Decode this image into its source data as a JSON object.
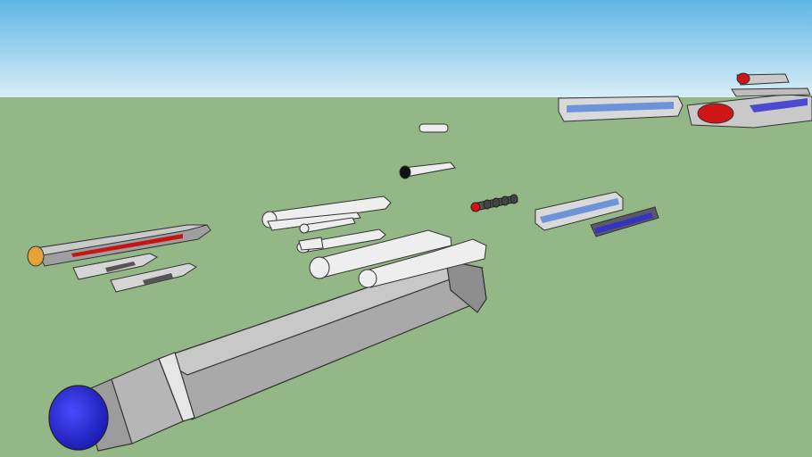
{
  "scene": {
    "kind": "3D model viewport",
    "colors": {
      "sky_top": "#5fb6e6",
      "sky_bottom": "#d8eef8",
      "ground": "#93b786",
      "hull_gray": "#a9a9a9",
      "white_part": "#eeeeee",
      "accent_red": "#d01515",
      "accent_blue": "#2a2ac8",
      "accent_orange": "#e5a13a",
      "outline": "#333333"
    },
    "objects": [
      "large-gray-hull-with-blue-deflector",
      "gray-hull-with-red-stripe",
      "nacelle-pylon-left",
      "nacelle-pylon-right",
      "white-cylinder-parts",
      "small-white-cylinders",
      "red-ringed-segment",
      "blue-striped-nacelles",
      "assembled-ship-background"
    ]
  }
}
